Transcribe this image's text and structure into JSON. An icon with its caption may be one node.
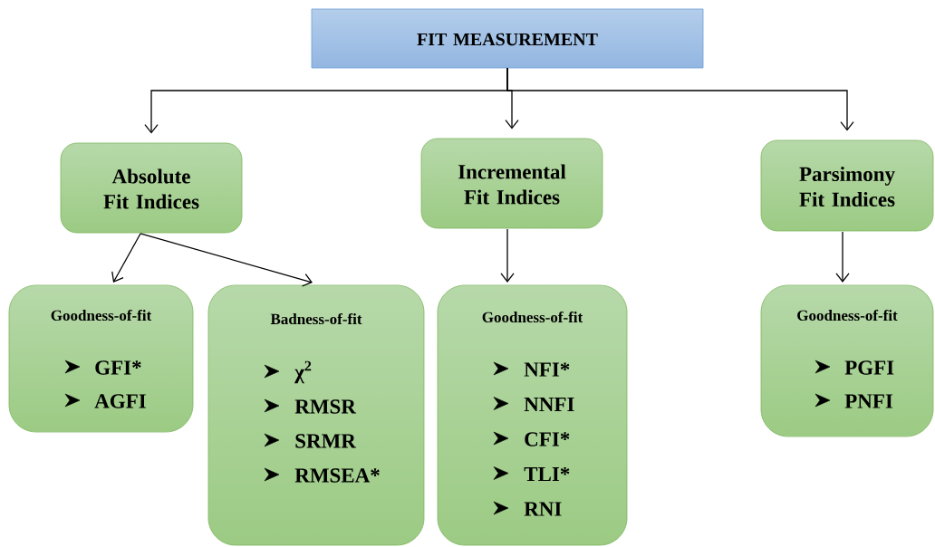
{
  "diagram": {
    "nodes": [
      {
        "text": [
          "FIT MEASUREMENT"
        ]
      },
      {
        "text": [
          "Absolute Fit Indices"
        ]
      },
      {
        "text": [
          "Incremental Fit Indices"
        ]
      },
      {
        "text": [
          "Parsimony Fit Indices"
        ]
      },
      {
        "text": [
          "Goodness-of-fit",
          "GFI*",
          "AGFI"
        ]
      },
      {
        "text": [
          "Badness-of-fit",
          "χ$^{2}$",
          "RMSR",
          "SRMR",
          "RMSEA*"
        ]
      },
      {
        "text": [
          "Goodness-of-fit",
          "NFI*",
          "NNFI",
          "CFI*",
          "TLI*",
          "RNI"
        ]
      },
      {
        "text": [
          "Goodness-of-fit",
          "PGFI",
          "PNFI"
        ]
      }
    ],
    "edges": [
      {
        "from": 0,
        "to": 1,
        "arrow": "to"
      },
      {
        "from": 0,
        "to": 2,
        "arrow": "to"
      },
      {
        "from": 0,
        "to": 3,
        "arrow": "to"
      },
      {
        "from": 1,
        "to": 4,
        "arrow": "to"
      },
      {
        "from": 1,
        "to": 5,
        "arrow": "to"
      },
      {
        "from": 2,
        "to": 6,
        "arrow": "to"
      },
      {
        "from": 3,
        "to": 7,
        "arrow": "to"
      }
    ]
  }
}
